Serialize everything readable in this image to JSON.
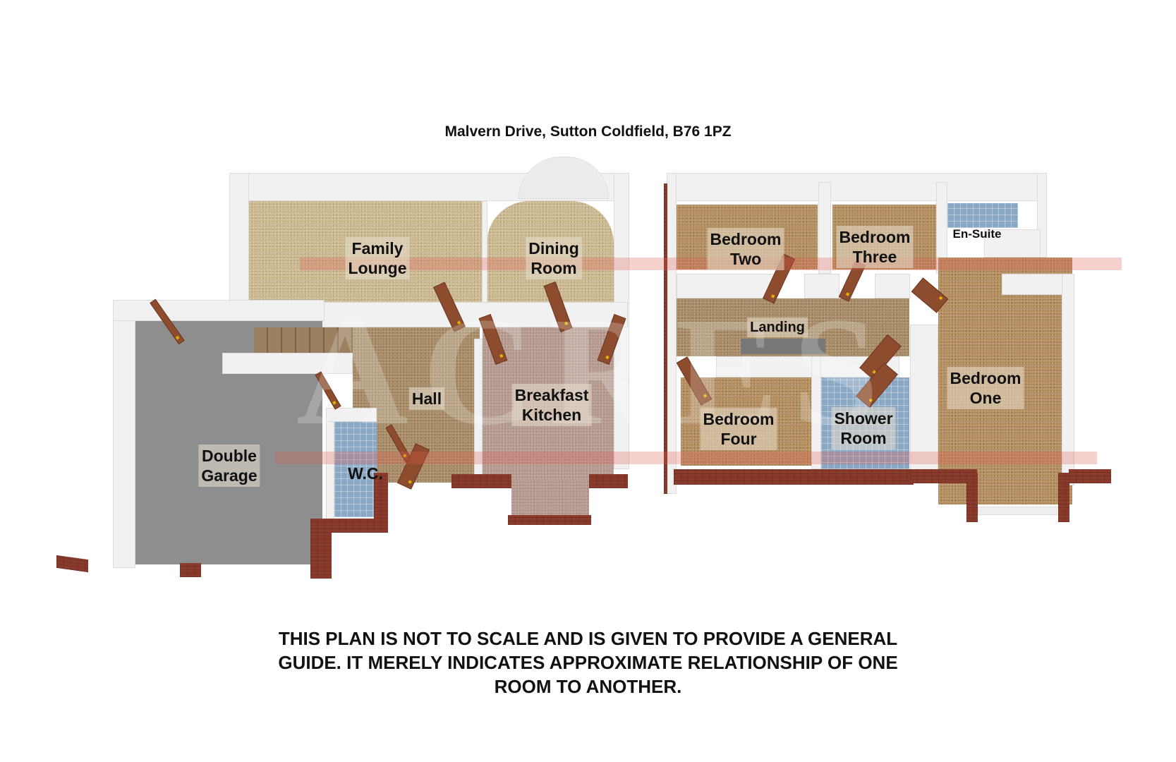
{
  "header": {
    "title": "Malvern Drive, Sutton Coldfield, B76 1PZ"
  },
  "ground_floor": {
    "rooms": [
      {
        "id": "family-lounge",
        "line1": "Family",
        "line2": "Lounge",
        "floor": "beige carpet"
      },
      {
        "id": "dining-room",
        "line1": "Dining",
        "line2": "Room",
        "floor": "beige carpet"
      },
      {
        "id": "hall",
        "line1": "Hall",
        "line2": "",
        "floor": "brown carpet"
      },
      {
        "id": "breakfast-kitchen",
        "line1": "Breakfast",
        "line2": "Kitchen",
        "floor": "pink carpet"
      },
      {
        "id": "double-garage",
        "line1": "Double",
        "line2": "Garage",
        "floor": "grey concrete"
      },
      {
        "id": "wc",
        "line1": "W.C.",
        "line2": "",
        "floor": "blue tiles"
      }
    ]
  },
  "first_floor": {
    "rooms": [
      {
        "id": "bedroom-two",
        "line1": "Bedroom",
        "line2": "Two",
        "floor": "brown carpet"
      },
      {
        "id": "bedroom-three",
        "line1": "Bedroom",
        "line2": "Three",
        "floor": "brown carpet"
      },
      {
        "id": "en-suite",
        "line1": "En-Suite",
        "line2": "",
        "floor": "blue tiles"
      },
      {
        "id": "landing",
        "line1": "Landing",
        "line2": "",
        "floor": "brown carpet"
      },
      {
        "id": "bedroom-one",
        "line1": "Bedroom",
        "line2": "One",
        "floor": "brown carpet"
      },
      {
        "id": "bedroom-four",
        "line1": "Bedroom",
        "line2": "Four",
        "floor": "brown carpet"
      },
      {
        "id": "shower-room",
        "line1": "Shower",
        "line2": "Room",
        "floor": "blue tiles"
      }
    ]
  },
  "watermark": {
    "text": "ACRES"
  },
  "disclaimer": {
    "line1": "THIS PLAN IS NOT TO SCALE AND IS GIVEN TO PROVIDE A GENERAL",
    "line2": "GUIDE. IT MERELY INDICATES APPROXIMATE RELATIONSHIP OF ONE",
    "line3": "ROOM TO ANOTHER."
  },
  "colors": {
    "brick": "#8a3b2c",
    "wall": "#f1f1f1",
    "carpet_beige": "#cbb88e",
    "carpet_brown": "#b58e5e",
    "tiles_blue": "#8aa7c4",
    "garage_grey": "#8e8e8e",
    "door_wood": "#8e4c2e",
    "watermark_red": "#e25a50"
  }
}
